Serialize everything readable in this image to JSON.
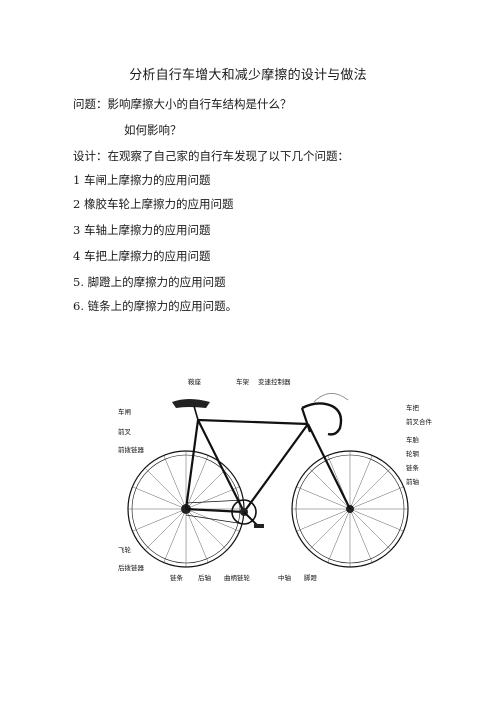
{
  "document": {
    "title": "分析自行车增大和减少摩擦的设计与做法",
    "question_label": "问题：影响摩擦大小的自行车结构是什么？",
    "question_sub": "如何影响？",
    "design_intro": "设计：在观察了自己家的自行车发现了以下几个问题：",
    "items": [
      "1 车闸上摩擦力的应用问题",
      "2 橡胶车轮上摩擦力的应用问题",
      "3 车轴上摩擦力的应用问题",
      "4 车把上摩擦力的应用问题",
      "5.  脚蹬上的摩擦力的应用问题",
      "6.  链条上的摩擦力的应用问题。"
    ]
  },
  "figure": {
    "labels": {
      "saddle": "鞍座",
      "frame": "车架",
      "shifter": "变速控制器",
      "handlebar": "车把",
      "brake_assembly": "前叉合件",
      "brake": "车闸",
      "front_fork": "前叉",
      "spokes": "轮辋",
      "chain_guard": "链条",
      "front_hub": "前轴",
      "seat_tube": "车胎",
      "rear_derailleur": "前拨链器",
      "freewheel": "飞轮",
      "rear_changer": "后拨链器",
      "chain": "链条",
      "rear_axle": "后轴",
      "crank": "曲柄链轮",
      "bottom_bracket": "中轴",
      "pedal": "脚蹬"
    }
  }
}
